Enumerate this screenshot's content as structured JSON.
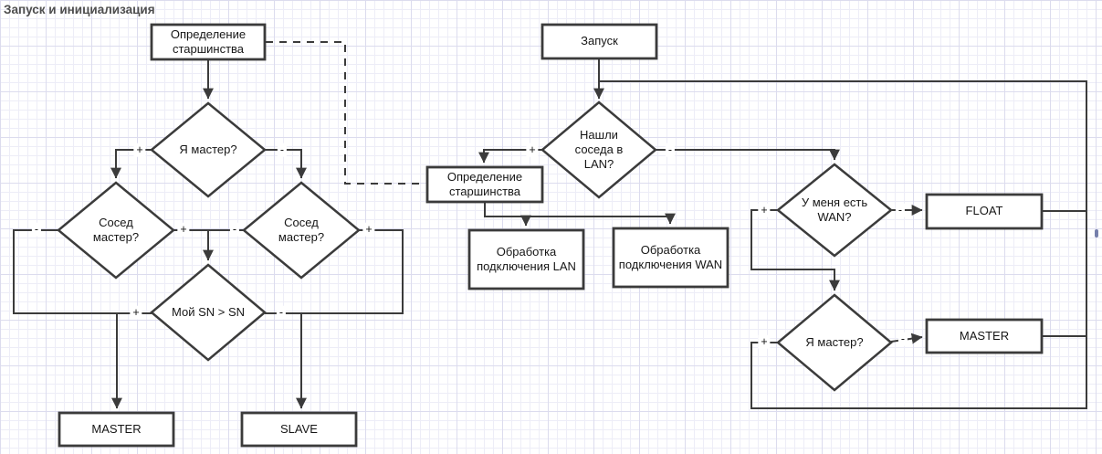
{
  "title": "Запуск и инициализация",
  "colors": {
    "line": "#3b3b3b",
    "node_fill": "#ffffff",
    "text": "#161616",
    "title": "#4e4e4e",
    "grid_minor": "#ededf7",
    "grid_major": "#dcdcee"
  },
  "nodes": {
    "opred_starshinstva_1": {
      "type": "process",
      "label": "Определение старшинства"
    },
    "ya_master_1": {
      "type": "decision",
      "label": "Я мастер?"
    },
    "sosed_master_left": {
      "type": "decision",
      "label": "Сосед мастер?"
    },
    "sosed_master_right": {
      "type": "decision",
      "label": "Сосед мастер?"
    },
    "moy_sn": {
      "type": "decision",
      "label": "Мой SN > SN"
    },
    "master_left": {
      "type": "process",
      "label": "MASTER"
    },
    "slave": {
      "type": "process",
      "label": "SLAVE"
    },
    "zapusk": {
      "type": "process",
      "label": "Запуск"
    },
    "nashli_soseda_lan": {
      "type": "decision",
      "label": "Нашли соседа в LAN?"
    },
    "opred_starshinstva_2": {
      "type": "process",
      "label": "Определение старшинства"
    },
    "obrabotka_lan": {
      "type": "process",
      "label": "Обработка подключения LAN"
    },
    "obrabotka_wan": {
      "type": "process",
      "label": "Обработка подключения WAN"
    },
    "u_menya_est_wan": {
      "type": "decision",
      "label": "У меня есть WAN?"
    },
    "float": {
      "type": "process",
      "label": "FLOAT"
    },
    "ya_master_2": {
      "type": "decision",
      "label": "Я мастер?"
    },
    "master_right": {
      "type": "process",
      "label": "MASTER"
    }
  },
  "edge_labels": {
    "ya_master_1_yes": "+",
    "ya_master_1_no": "-",
    "sosed_left_no": "-",
    "sosed_left_yes": "+",
    "sosed_right_no": "-",
    "sosed_right_yes": "+",
    "moy_sn_yes": "+",
    "moy_sn_no": "-",
    "nashli_yes": "+",
    "nashli_no": "-",
    "wan_yes": "+",
    "wan_no": "-",
    "ya_master_2_yes": "+",
    "ya_master_2_no": "-"
  }
}
